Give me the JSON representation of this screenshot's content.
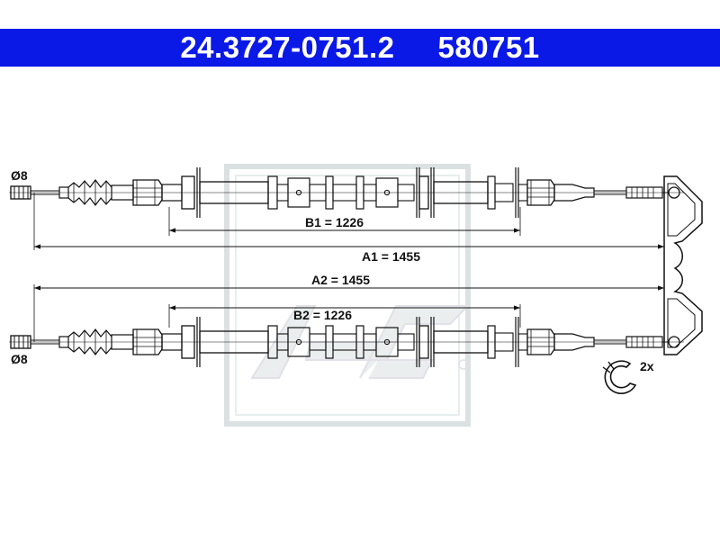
{
  "header": {
    "part_number": "24.3727-0751.2",
    "ref_number": "580751",
    "background_color": "#0a19e6"
  },
  "cable_upper": {
    "diameter_label": "Ø8",
    "dim_b_label": "B1 = 1226",
    "dim_a_label": "A1 = 1455"
  },
  "cable_lower": {
    "diameter_label": "Ø8",
    "dim_a_label": "A2 = 1455",
    "dim_b_label": "B2 = 1226"
  },
  "clip": {
    "quantity_label": "2x",
    "icon": "circlip-icon"
  },
  "watermark": {
    "icon": "ate-logo-watermark"
  }
}
